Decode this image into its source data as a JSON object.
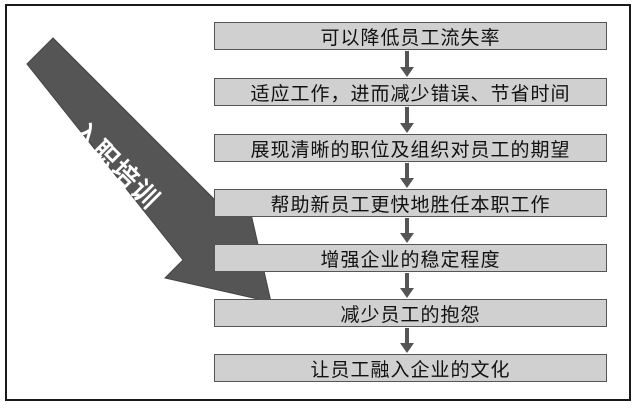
{
  "steps": [
    "可以降低员工流失率",
    "适应工作，进而减少错误、节省时间",
    "展现清晰的职位及组织对员工的期望",
    "帮助新员工更快地胜任本职工作",
    "增强企业的稳定程度",
    "减少员工的抱怨",
    "让员工融入企业的文化"
  ],
  "arrow_label": "入职培训",
  "colors": {
    "box_fill": "#d0d0d0",
    "box_border": "#555555",
    "arrow_fill": "#555555",
    "frame": "#1a1a1a"
  }
}
